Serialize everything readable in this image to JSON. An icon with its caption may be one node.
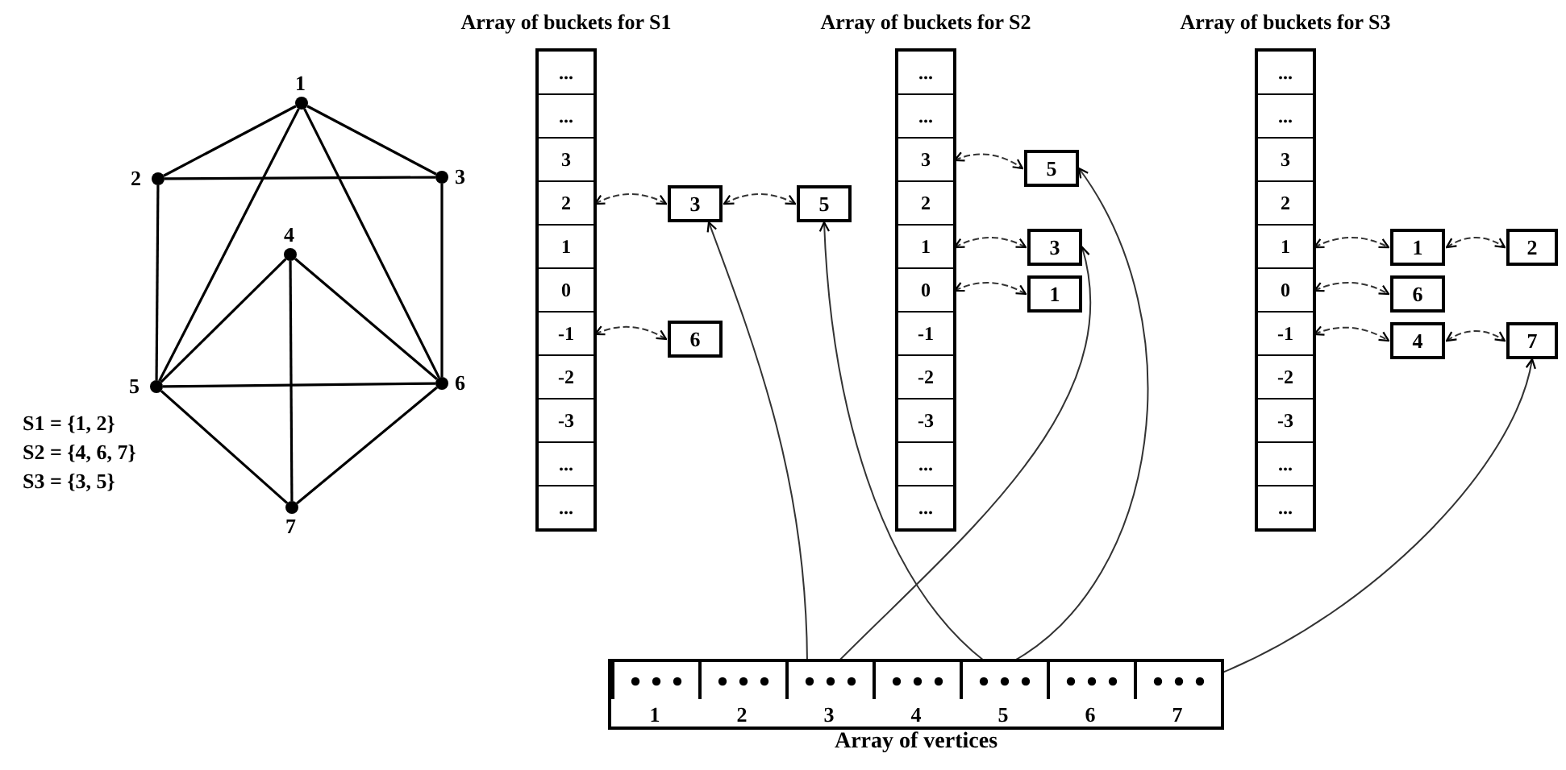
{
  "diagram": {
    "nodes": [
      {
        "text": [],
        "shape": "circle",
        "beside": [
          "1"
        ]
      },
      {
        "text": [],
        "shape": "circle",
        "beside": [
          "2"
        ]
      },
      {
        "text": [],
        "shape": "circle",
        "beside": [
          "3"
        ]
      },
      {
        "text": [],
        "shape": "circle",
        "beside": [
          "4"
        ]
      },
      {
        "text": [],
        "shape": "circle",
        "beside": [
          "5"
        ]
      },
      {
        "text": [],
        "shape": "circle",
        "beside": [
          "6"
        ]
      },
      {
        "text": [],
        "shape": "circle",
        "beside": [
          "7"
        ]
      },
      {
        "text": [
          "Array of buckets for S1"
        ]
      },
      {
        "text": [
          "..."
        ],
        "in": 7
      },
      {
        "text": [
          "..."
        ],
        "in": 7
      },
      {
        "text": [
          "3"
        ],
        "in": 7
      },
      {
        "text": [
          "2"
        ],
        "in": 7
      },
      {
        "text": [
          "1"
        ],
        "in": 7
      },
      {
        "text": [
          "0"
        ],
        "in": 7
      },
      {
        "text": [
          "-1"
        ],
        "in": 7
      },
      {
        "text": [
          "-2"
        ],
        "in": 7
      },
      {
        "text": [
          "-3"
        ],
        "in": 7
      },
      {
        "text": [
          "..."
        ],
        "in": 7
      },
      {
        "text": [
          "..."
        ],
        "in": 7
      },
      {
        "text": [
          "3"
        ]
      },
      {
        "text": [
          "5"
        ]
      },
      {
        "text": [
          "6"
        ]
      },
      {
        "text": [
          "Array of buckets for S2"
        ]
      },
      {
        "text": [
          "..."
        ],
        "in": 22
      },
      {
        "text": [
          "..."
        ],
        "in": 22
      },
      {
        "text": [
          "3"
        ],
        "in": 22
      },
      {
        "text": [
          "2"
        ],
        "in": 22
      },
      {
        "text": [
          "1"
        ],
        "in": 22
      },
      {
        "text": [
          "0"
        ],
        "in": 22
      },
      {
        "text": [
          "-1"
        ],
        "in": 22
      },
      {
        "text": [
          "-2"
        ],
        "in": 22
      },
      {
        "text": [
          "-3"
        ],
        "in": 22
      },
      {
        "text": [
          "..."
        ],
        "in": 22
      },
      {
        "text": [
          "..."
        ],
        "in": 22
      },
      {
        "text": [
          "5"
        ]
      },
      {
        "text": [
          "3"
        ]
      },
      {
        "text": [
          "1"
        ]
      },
      {
        "text": [
          "Array of buckets for S3"
        ]
      },
      {
        "text": [
          "..."
        ],
        "in": 37
      },
      {
        "text": [
          "..."
        ],
        "in": 37
      },
      {
        "text": [
          "3"
        ],
        "in": 37
      },
      {
        "text": [
          "2"
        ],
        "in": 37
      },
      {
        "text": [
          "1"
        ],
        "in": 37
      },
      {
        "text": [
          "0"
        ],
        "in": 37
      },
      {
        "text": [
          "-1"
        ],
        "in": 37
      },
      {
        "text": [
          "-2"
        ],
        "in": 37
      },
      {
        "text": [
          "-3"
        ],
        "in": 37
      },
      {
        "text": [
          "..."
        ],
        "in": 37
      },
      {
        "text": [
          "..."
        ],
        "in": 37
      },
      {
        "text": [
          "1"
        ]
      },
      {
        "text": [
          "2"
        ]
      },
      {
        "text": [
          "6"
        ]
      },
      {
        "text": [
          "4"
        ]
      },
      {
        "text": [
          "7"
        ]
      },
      {
        "text": [
          "Array of vertices"
        ]
      },
      {
        "text": [],
        "shape": "box",
        "beside": [
          "1"
        ],
        "in": 54
      },
      {
        "text": [],
        "shape": "box",
        "beside": [
          "2"
        ],
        "in": 54
      },
      {
        "text": [],
        "shape": "box",
        "beside": [
          "3"
        ],
        "in": 54
      },
      {
        "text": [],
        "shape": "box",
        "beside": [
          "4"
        ],
        "in": 54
      },
      {
        "text": [],
        "shape": "box",
        "beside": [
          "5"
        ],
        "in": 54
      },
      {
        "text": [],
        "shape": "box",
        "beside": [
          "6"
        ],
        "in": 54
      },
      {
        "text": [],
        "shape": "box",
        "beside": [
          "7"
        ],
        "in": 54
      }
    ],
    "edges": [
      {
        "from": 0,
        "to": 1,
        "arrow": "none"
      },
      {
        "from": 0,
        "to": 2,
        "arrow": "none"
      },
      {
        "from": 0,
        "to": 4,
        "arrow": "none"
      },
      {
        "from": 0,
        "to": 5,
        "arrow": "none"
      },
      {
        "from": 1,
        "to": 2,
        "arrow": "none"
      },
      {
        "from": 1,
        "to": 4,
        "arrow": "none"
      },
      {
        "from": 2,
        "to": 5,
        "arrow": "none"
      },
      {
        "from": 3,
        "to": 4,
        "arrow": "none"
      },
      {
        "from": 3,
        "to": 5,
        "arrow": "none"
      },
      {
        "from": 3,
        "to": 6,
        "arrow": "none"
      },
      {
        "from": 4,
        "to": 5,
        "arrow": "none"
      },
      {
        "from": 4,
        "to": 6,
        "arrow": "none"
      },
      {
        "from": 5,
        "to": 6,
        "arrow": "none"
      },
      {
        "from": 11,
        "to": 19,
        "arrow": "both",
        "style": "dashed"
      },
      {
        "from": 19,
        "to": 20,
        "arrow": "both",
        "style": "dashed"
      },
      {
        "from": 14,
        "to": 21,
        "arrow": "both",
        "style": "dashed"
      },
      {
        "from": 25,
        "to": 34,
        "arrow": "both",
        "style": "dashed"
      },
      {
        "from": 27,
        "to": 35,
        "arrow": "both",
        "style": "dashed"
      },
      {
        "from": 28,
        "to": 36,
        "arrow": "both",
        "style": "dashed"
      },
      {
        "from": 42,
        "to": 49,
        "arrow": "both",
        "style": "dashed"
      },
      {
        "from": 49,
        "to": 50,
        "arrow": "both",
        "style": "dashed"
      },
      {
        "from": 43,
        "to": 51,
        "arrow": "both",
        "style": "dashed"
      },
      {
        "from": 44,
        "to": 52,
        "arrow": "both",
        "style": "dashed"
      },
      {
        "from": 52,
        "to": 53,
        "arrow": "both",
        "style": "dashed"
      },
      {
        "from": 57,
        "to": 19,
        "arrow": "to"
      },
      {
        "from": 57,
        "to": 35,
        "arrow": "to"
      },
      {
        "from": 59,
        "to": 20,
        "arrow": "to"
      },
      {
        "from": 59,
        "to": 34,
        "arrow": "to"
      },
      {
        "from": 61,
        "to": 53,
        "arrow": "to"
      }
    ],
    "labels": [
      "S1 = {1, 2}",
      "S2 = {4, 6, 7}",
      "S3 = {3, 5}"
    ]
  }
}
